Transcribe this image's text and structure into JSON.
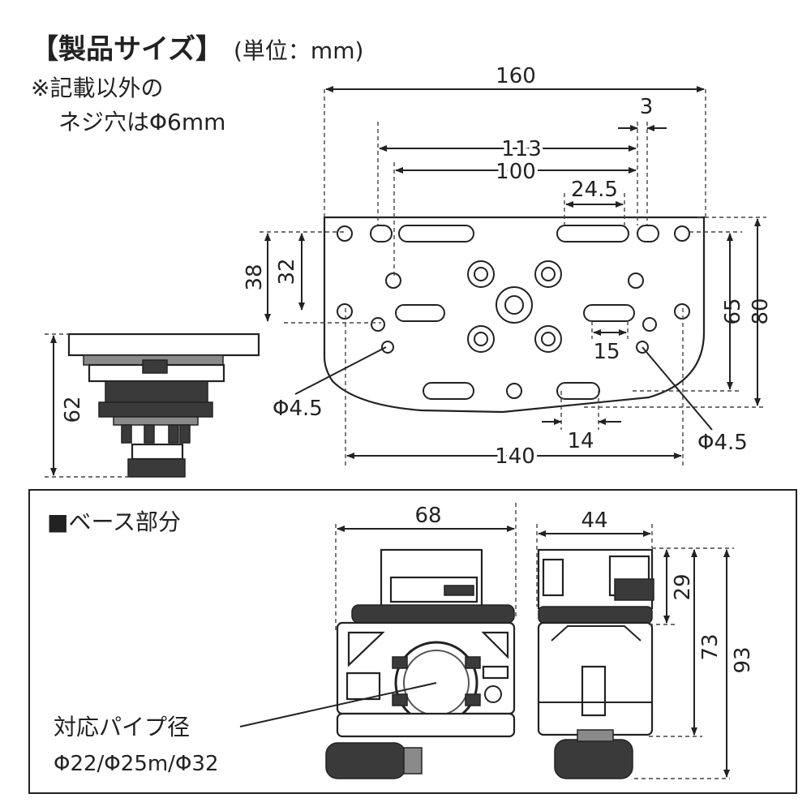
{
  "header": {
    "title": "【製品サイズ】",
    "unit": "(単位：mm)",
    "note_line1": "※記載以外の",
    "note_line2": "ネジ穴はΦ6mm"
  },
  "plate": {
    "dim_160": "160",
    "dim_3": "3",
    "dim_113": "113",
    "dim_100": "100",
    "dim_24_5": "24.5",
    "dim_38": "38",
    "dim_32": "32",
    "dim_65": "65",
    "dim_80": "80",
    "dim_15": "15",
    "dim_14": "14",
    "dim_140": "140",
    "phi_left": "Φ4.5",
    "phi_right": "Φ4.5"
  },
  "side": {
    "dim_62": "62"
  },
  "base": {
    "title": "■ベース部分",
    "dim_68": "68",
    "dim_44": "44",
    "dim_29": "29",
    "dim_73": "73",
    "dim_93": "93",
    "pipe_label": "対応パイプ径",
    "pipe_sizes": "Φ22/Φ25m/Φ32"
  }
}
